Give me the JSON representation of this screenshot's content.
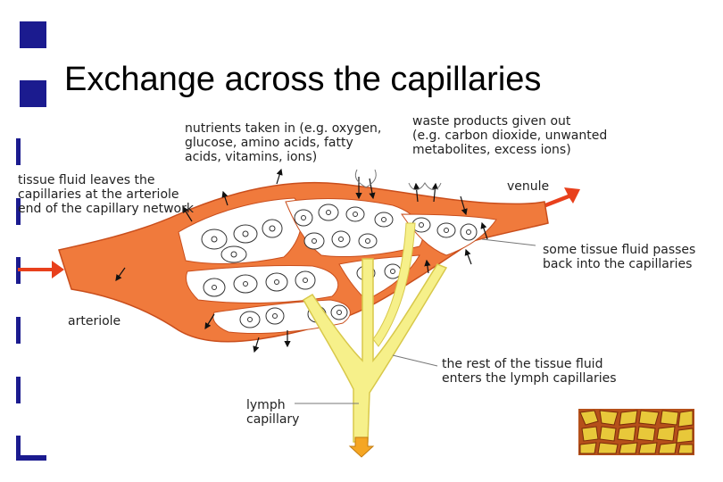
{
  "slide": {
    "title": "Exchange across the capillaries"
  },
  "labels": {
    "nutrients": [
      "nutrients taken in (e.g. oxygen,",
      "glucose, amino acids, fatty",
      "acids, vitamins, ions)"
    ],
    "waste": [
      "waste products given out",
      "(e.g. carbon dioxide, unwanted",
      "metabolites, excess ions)"
    ],
    "tissue_fluid_leaves": [
      "tissue fluid leaves the",
      "capillaries at the arteriole",
      "end of the capillary network"
    ],
    "venule": "venule",
    "passes_back": [
      "some tissue fluid passes",
      "back into the capillaries"
    ],
    "arteriole": "arteriole",
    "rest_enters": [
      "the rest of the tissue fluid",
      "enters the lymph capillaries"
    ],
    "lymph": [
      "lymph",
      "capillary"
    ]
  },
  "colors": {
    "bullet": "#1b1b8f",
    "vessel": "#f07a3c",
    "lymph": "#f6f08a",
    "arrow": "#e8401c"
  }
}
